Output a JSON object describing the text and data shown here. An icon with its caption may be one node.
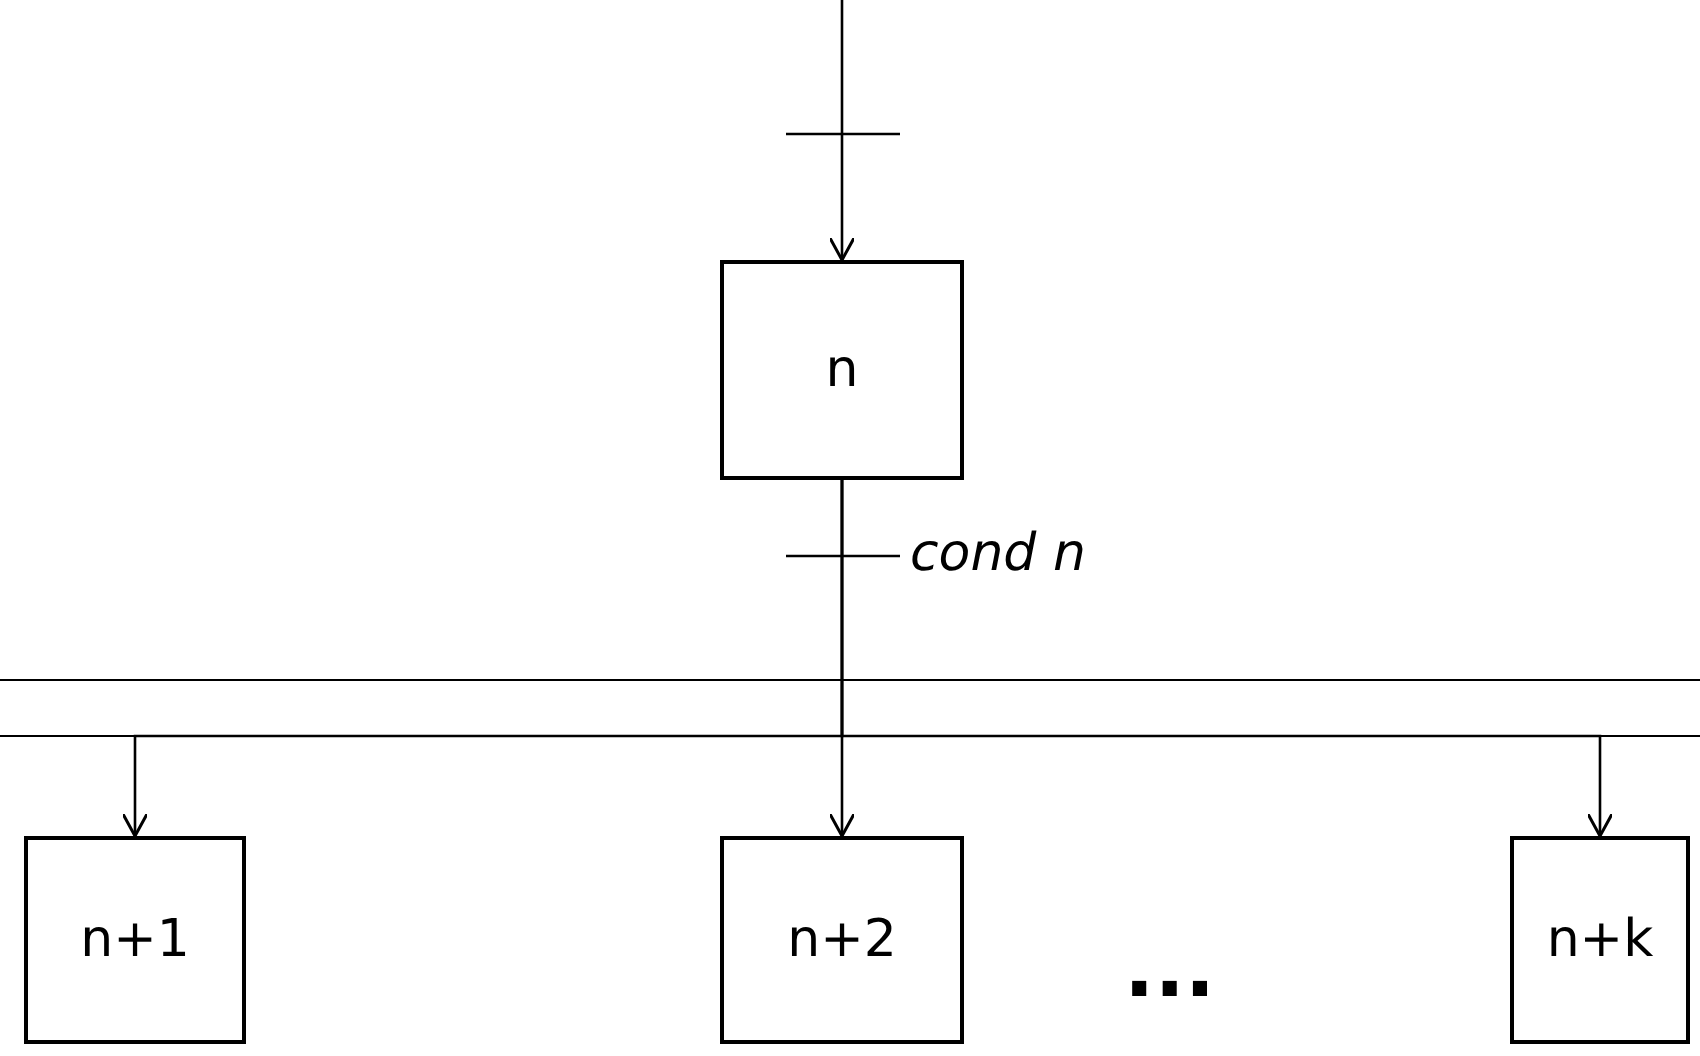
{
  "diagram": {
    "nodes": [
      {
        "text": [
          "n"
        ]
      },
      {
        "text": [
          "n+1"
        ]
      },
      {
        "text": [
          "n+2"
        ]
      },
      {
        "text": [
          "n+k"
        ]
      }
    ],
    "edges": [
      {
        "from": null,
        "to": 0,
        "arrow": "to"
      },
      {
        "from": 0,
        "to": 1,
        "arrow": "to"
      },
      {
        "from": 0,
        "to": 2,
        "arrow": "to"
      },
      {
        "from": 0,
        "to": 3,
        "arrow": "to"
      }
    ],
    "labels": [
      "cond n",
      "..."
    ]
  }
}
